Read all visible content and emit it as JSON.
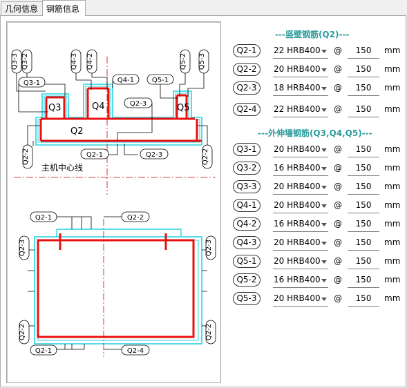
{
  "tabs": [
    {
      "label": "几何信息",
      "active": false
    },
    {
      "label": "钢筋信息",
      "active": true
    }
  ],
  "drawing": {
    "center_label": "主机中心线",
    "top_labels": {
      "q3": "Q3",
      "q4": "Q4",
      "q5": "Q5",
      "q2": "Q2",
      "q3_1": "Q3-1",
      "q3_2": "Q3-2",
      "q3_3": "Q3-3",
      "q4_1": "Q4-1",
      "q4_2": "Q4-2",
      "q4_3": "Q4-3",
      "q5_1": "Q5-1",
      "q5_2": "Q5-2",
      "q5_3": "Q5-3",
      "q2_1": "Q2-1",
      "q2_2": "Q2-2",
      "q2_3": "Q2-3"
    },
    "bottom_labels": {
      "q2_1_top": "Q2-1",
      "q2_2_top": "Q2-2",
      "q2_3_left": "Q2-3",
      "q2_3_right": "Q2-3",
      "q2_2_left": "Q2-2",
      "q2_2_right": "Q2-2",
      "q2_1_bottom": "Q2-1",
      "q2_4_bottom": "Q2-4"
    }
  },
  "sections": {
    "vertical_wall": "---竖壁钢筋(Q2)---",
    "outer_wall": "---外伸墙钢筋(Q3,Q4,Q5)---"
  },
  "rebars_q2": [
    {
      "id": "Q2-1",
      "spec": "22 HRB400",
      "spacing": "150",
      "unit": "mm"
    },
    {
      "id": "Q2-2",
      "spec": "20 HRB400",
      "spacing": "150",
      "unit": "mm"
    },
    {
      "id": "Q2-3",
      "spec": "18 HRB400",
      "spacing": "150",
      "unit": "mm"
    },
    {
      "id": "Q2-4",
      "spec": "22 HRB400",
      "spacing": "150",
      "unit": "mm"
    }
  ],
  "rebars_outer": [
    {
      "id": "Q3-1",
      "spec": "20 HRB400",
      "spacing": "150",
      "unit": "mm"
    },
    {
      "id": "Q3-2",
      "spec": "16 HRB400",
      "spacing": "150",
      "unit": "mm"
    },
    {
      "id": "Q3-3",
      "spec": "20 HRB400",
      "spacing": "150",
      "unit": "mm"
    },
    {
      "id": "Q4-1",
      "spec": "20 HRB400",
      "spacing": "150",
      "unit": "mm"
    },
    {
      "id": "Q4-2",
      "spec": "16 HRB400",
      "spacing": "150",
      "unit": "mm"
    },
    {
      "id": "Q4-3",
      "spec": "20 HRB400",
      "spacing": "150",
      "unit": "mm"
    },
    {
      "id": "Q5-1",
      "spec": "20 HRB400",
      "spacing": "150",
      "unit": "mm"
    },
    {
      "id": "Q5-2",
      "spec": "16 HRB400",
      "spacing": "150",
      "unit": "mm"
    },
    {
      "id": "Q5-3",
      "spec": "20 HRB400",
      "spacing": "150",
      "unit": "mm"
    }
  ],
  "at_symbol": "@",
  "colors": {
    "accent": "#2a9b9b",
    "rebar": "#e81010",
    "concrete": "#29d4e0",
    "centerline": "#cc0000"
  }
}
